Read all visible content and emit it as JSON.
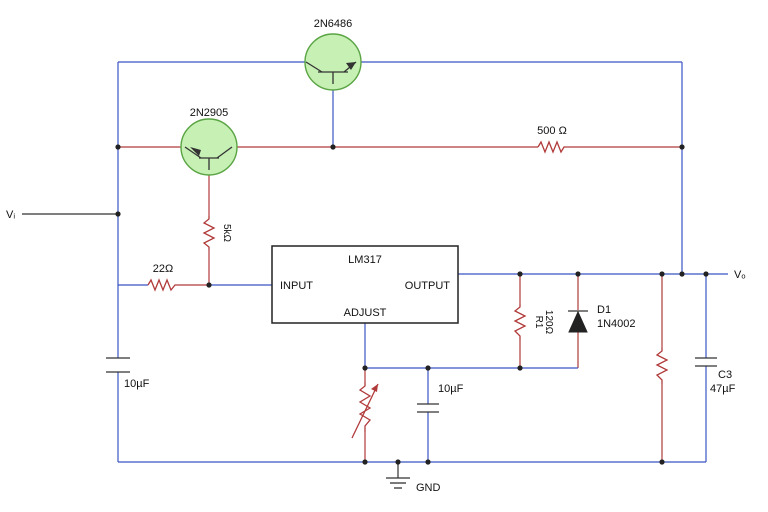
{
  "labels": {
    "vi": "Vᵢ",
    "vo": "Vₒ",
    "q1": "2N6486",
    "q2": "2N2905",
    "r500": "500 Ω",
    "r5k": "5kΩ",
    "r22": "22Ω",
    "ic_name": "LM317",
    "ic_input": "INPUT",
    "ic_output": "OUTPUT",
    "ic_adjust": "ADJUST",
    "r1_name": "R1",
    "r1_value": "120Ω",
    "d1_name": "D1",
    "d1_value": "1N4002",
    "c_in": "10µF",
    "c_adj": "10µF",
    "c3_name": "C3",
    "c3_value": "47µF",
    "gnd": "GND"
  },
  "colors": {
    "transistor_fill": "#c6f0b4",
    "transistor_stroke": "#5aa444",
    "wire_blue": "#3b55c4",
    "wire_red": "#b13a3a"
  }
}
